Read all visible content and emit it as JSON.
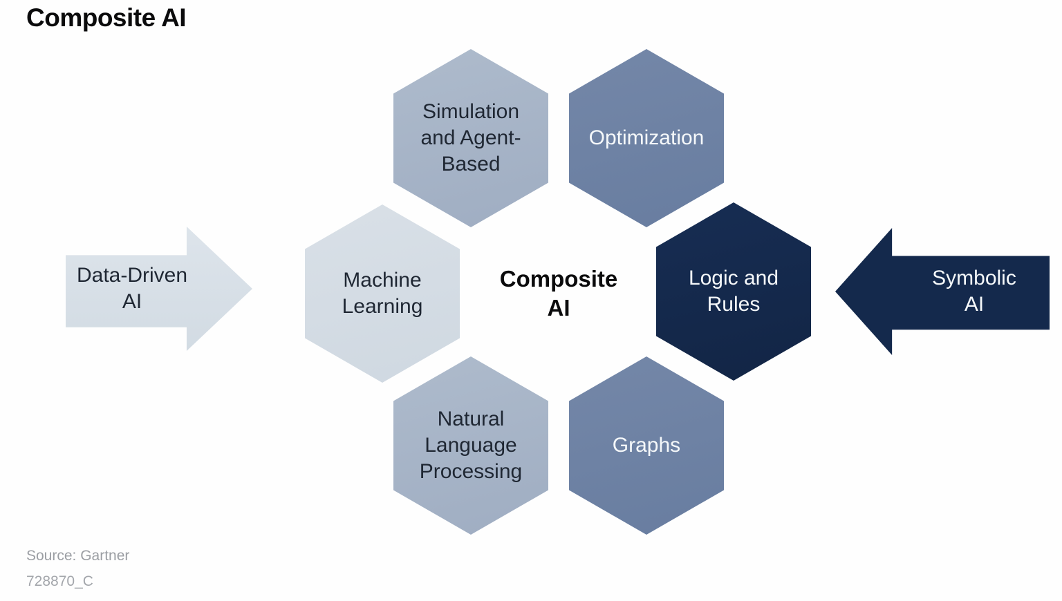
{
  "title": "Composite AI",
  "center_label": "Composite\nAI",
  "hexagons": {
    "simulation": {
      "label": "Simulation\nand Agent-\nBased",
      "fill": "#a7b4c7",
      "text_color": "#1f2733"
    },
    "optimization": {
      "label": "Optimization",
      "fill": "#6e83a4",
      "text_color": "#f5f8fa"
    },
    "machine_learning": {
      "label": "Machine\nLearning",
      "fill": "#d5dde4",
      "text_color": "#1f2733"
    },
    "logic_rules": {
      "label": "Logic and\nRules",
      "fill": "#152b51",
      "text_color": "#f5f8fa"
    },
    "nlp": {
      "label": "Natural\nLanguage\nProcessing",
      "fill": "#a7b4c7",
      "text_color": "#1f2733"
    },
    "graphs": {
      "label": "Graphs",
      "fill": "#6e83a4",
      "text_color": "#f5f8fa"
    }
  },
  "arrows": {
    "data_driven": {
      "label": "Data-Driven\nAI",
      "direction": "right",
      "fill": "#d7dfe7",
      "text_color": "#1f2733"
    },
    "symbolic": {
      "label": "Symbolic\nAI",
      "direction": "left",
      "fill": "#14294c",
      "text_color": "#f5f8fa"
    }
  },
  "footer": {
    "source": "Source: Gartner",
    "code": "728870_C"
  }
}
